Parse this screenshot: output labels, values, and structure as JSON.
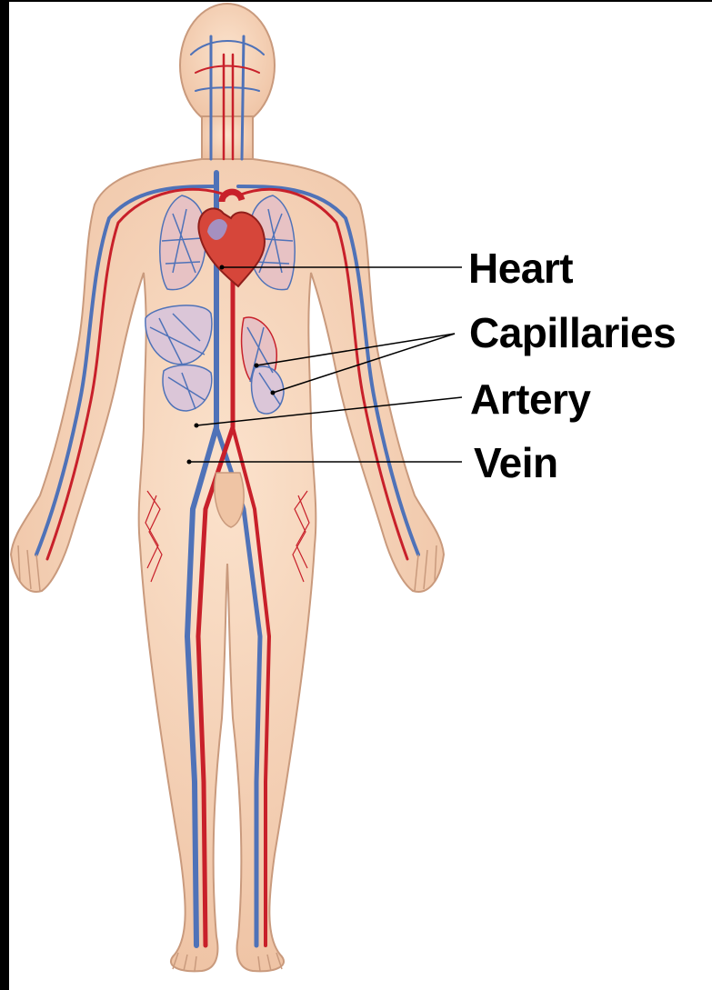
{
  "labels": {
    "heart": "Heart",
    "capillaries": "Capillaries",
    "artery": "Artery",
    "vein": "Vein"
  },
  "colors": {
    "skin": "#f6d2b4",
    "skin_outline": "#c99a7d",
    "artery": "#c8202a",
    "vein": "#4f72b8",
    "heart": "#d6463a",
    "leader_line": "#000000",
    "frame": "#000000",
    "background": "#ffffff"
  },
  "icons": {
    "figure": "human-circulatory-system-illustration"
  }
}
